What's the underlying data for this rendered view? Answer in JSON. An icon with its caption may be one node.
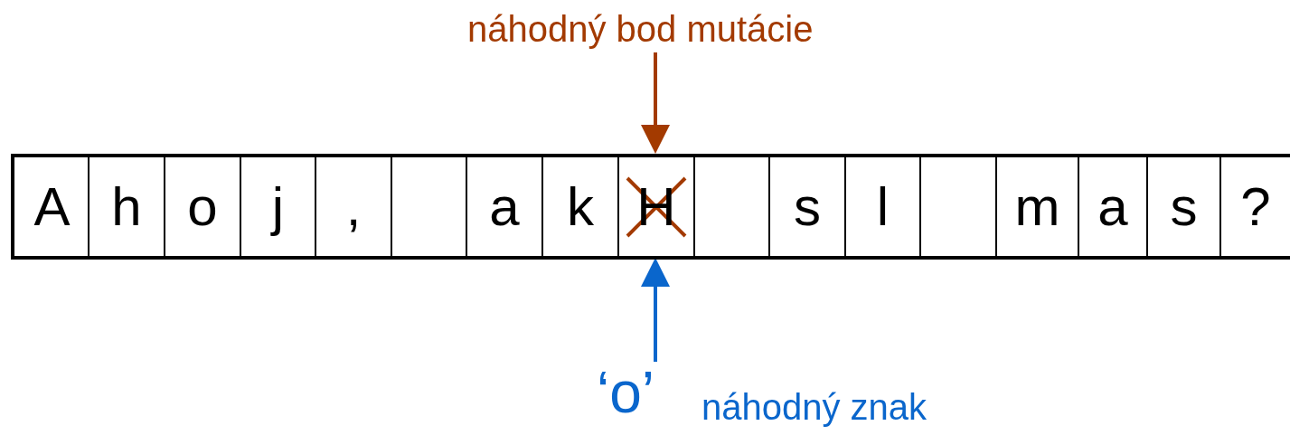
{
  "diagram": {
    "nodes": [
      {
        "text": [
          "náhodný bod mutácie"
        ]
      },
      {
        "text": [
          "A"
        ]
      },
      {
        "text": [
          "h"
        ]
      },
      {
        "text": [
          "o"
        ]
      },
      {
        "text": [
          "j"
        ]
      },
      {
        "text": [
          ","
        ]
      },
      {
        "text": [],
        "shape": "box"
      },
      {
        "text": [
          "a"
        ]
      },
      {
        "text": [
          "k"
        ]
      },
      {
        "text": [
          "H"
        ]
      },
      {
        "text": [],
        "shape": "box"
      },
      {
        "text": [
          "s"
        ]
      },
      {
        "text": [
          "l"
        ]
      },
      {
        "text": [],
        "shape": "box"
      },
      {
        "text": [
          "m"
        ]
      },
      {
        "text": [
          "a"
        ]
      },
      {
        "text": [
          "s"
        ]
      },
      {
        "text": [
          "?"
        ]
      },
      {
        "text": [
          "‘o’"
        ],
        "beside": [
          "náhodný znak"
        ]
      }
    ],
    "edges": [
      {
        "from": 0,
        "to": 9,
        "arrow": "to",
        "color": "#a33a00"
      },
      {
        "from": 18,
        "to": 9,
        "arrow": "to",
        "color": "#0a66cc"
      }
    ]
  }
}
